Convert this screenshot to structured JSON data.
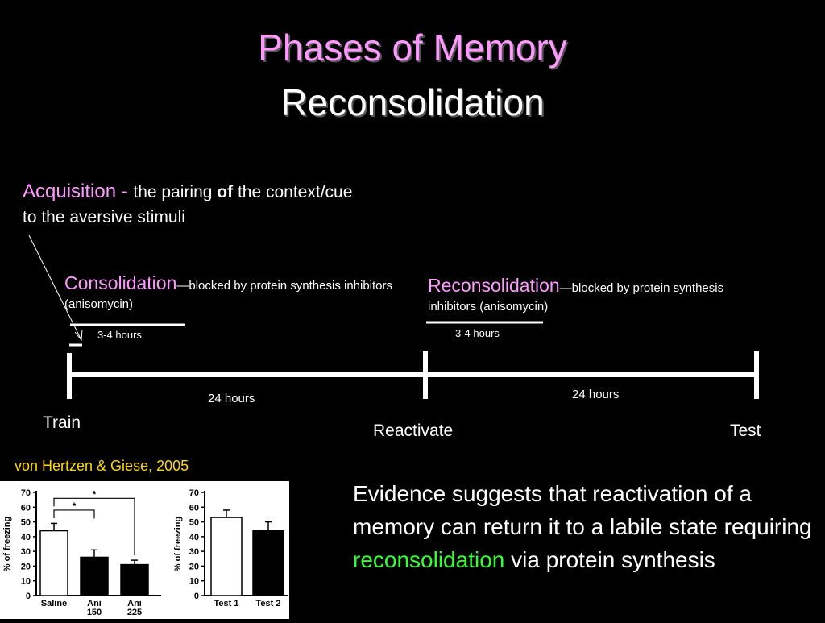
{
  "title": {
    "line1": "Phases of Memory",
    "line2": "Reconsolidation"
  },
  "acquisition": {
    "term": "Acquisition - ",
    "text_a": "the pairing ",
    "text_bold": "of",
    "text_b": " the context/cue to the aversive stimuli"
  },
  "consolidation": {
    "term": "Consolidation",
    "desc": "—blocked by protein synthesis inhibitors (anisomycin)",
    "duration": "3-4 hours"
  },
  "reconsolidation": {
    "term": "Reconsolidation",
    "desc": "—blocked by protein synthesis inhibitors (anisomycin)",
    "duration": "3-4 hours"
  },
  "timeline": {
    "train": "Train",
    "reactivate": "Reactivate",
    "test": "Test",
    "interval1": "24 hours",
    "interval2": "24 hours"
  },
  "citation": "von Hertzen & Giese, 2005",
  "evidence": {
    "text_a": "Evidence suggests that reactivation of a memory can return it to a labile state requiring ",
    "highlight": "reconsolidation",
    "text_b": " via protein synthesis"
  },
  "colors": {
    "pink": "#ff99ff",
    "green": "#33ff33",
    "gold": "#ffd700"
  },
  "chart_data": [
    {
      "type": "bar",
      "ylabel": "% of freezing",
      "ylim": [
        0,
        70
      ],
      "yticks": [
        "0",
        "10",
        "20",
        "30",
        "40",
        "50",
        "60",
        "70"
      ],
      "categories": [
        "Saline",
        "Ani 150",
        "Ani 225"
      ],
      "category_lines": [
        [
          "Saline"
        ],
        [
          "Ani",
          "150"
        ],
        [
          "Ani",
          "225"
        ]
      ],
      "values": [
        44,
        26,
        21
      ],
      "errors": [
        5,
        5,
        3
      ],
      "fills": [
        "#ffffff",
        "#000000",
        "#000000"
      ],
      "significance": [
        "*",
        "*"
      ]
    },
    {
      "type": "bar",
      "ylabel": "% of freezing",
      "ylim": [
        0,
        70
      ],
      "yticks": [
        "0",
        "10",
        "20",
        "30",
        "40",
        "50",
        "60",
        "70"
      ],
      "categories": [
        "Test 1",
        "Test 2"
      ],
      "category_lines": [
        [
          "Test 1"
        ],
        [
          "Test 2"
        ]
      ],
      "values": [
        53,
        44
      ],
      "errors": [
        5,
        6
      ],
      "fills": [
        "#ffffff",
        "#000000"
      ]
    }
  ]
}
